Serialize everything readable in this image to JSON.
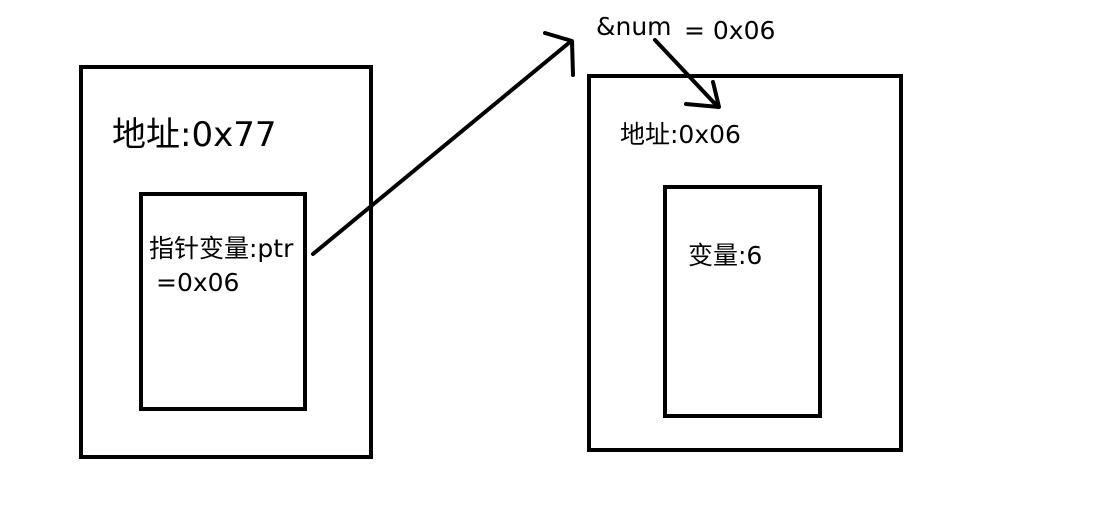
{
  "left_outer": {
    "label": "地址:0x77"
  },
  "left_inner": {
    "line1": "指针变量:ptr",
    "line2": "=0x06"
  },
  "right_outer": {
    "label": "地址:0x06"
  },
  "right_inner": {
    "label": "变量:6"
  },
  "reference": {
    "name": "&num",
    "value": "= 0x06"
  },
  "colors": {
    "stroke": "#000000",
    "background": "#ffffff"
  }
}
